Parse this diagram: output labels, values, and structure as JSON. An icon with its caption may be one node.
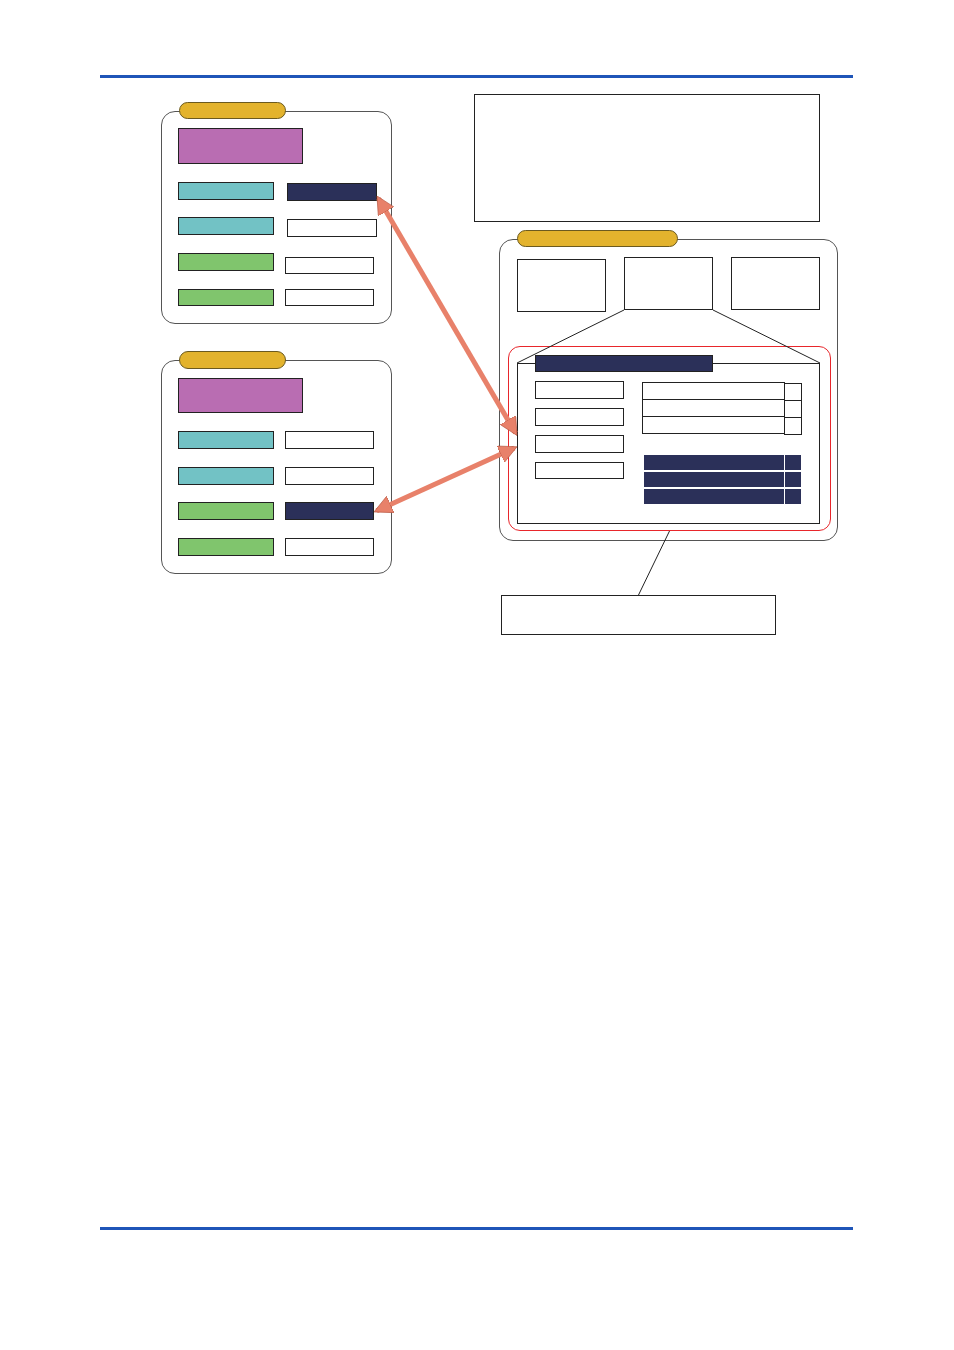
{
  "diagram": {
    "nodes": [
      {
        "text": [],
        "shape": "box"
      },
      {
        "text": [],
        "shape": "pill"
      },
      {
        "text": [],
        "shape": "box",
        "in": 0
      },
      {
        "text": [],
        "shape": "box",
        "in": 0
      },
      {
        "text": [],
        "shape": "box",
        "in": 0
      },
      {
        "text": [],
        "shape": "box",
        "in": 0
      },
      {
        "text": [],
        "shape": "box",
        "in": 0
      },
      {
        "text": [],
        "shape": "box",
        "in": 0
      },
      {
        "text": [],
        "shape": "box",
        "in": 0
      },
      {
        "text": [],
        "shape": "box",
        "in": 0
      },
      {
        "text": [],
        "shape": "box",
        "in": 0
      },
      {
        "text": [],
        "shape": "box"
      },
      {
        "text": [],
        "shape": "pill"
      },
      {
        "text": [],
        "shape": "box",
        "in": 11
      },
      {
        "text": [],
        "shape": "box",
        "in": 11
      },
      {
        "text": [],
        "shape": "box",
        "in": 11
      },
      {
        "text": [],
        "shape": "box",
        "in": 11
      },
      {
        "text": [],
        "shape": "box",
        "in": 11
      },
      {
        "text": [],
        "shape": "box",
        "in": 11
      },
      {
        "text": [],
        "shape": "box",
        "in": 11
      },
      {
        "text": [],
        "shape": "box",
        "in": 11
      },
      {
        "text": [],
        "shape": "box",
        "in": 11
      },
      {
        "text": [],
        "shape": "box"
      },
      {
        "text": [],
        "shape": "box"
      },
      {
        "text": [],
        "shape": "pill"
      },
      {
        "text": [],
        "shape": "box",
        "in": 23
      },
      {
        "text": [],
        "shape": "box",
        "in": 23
      },
      {
        "text": [],
        "shape": "box",
        "in": 23
      },
      {
        "text": [],
        "shape": "box",
        "in": 23
      },
      {
        "text": [],
        "shape": "box",
        "in": 28
      },
      {
        "text": [],
        "shape": "bar",
        "in": 28
      },
      {
        "text": [],
        "shape": "box",
        "in": 29
      },
      {
        "text": [],
        "shape": "box",
        "in": 29
      },
      {
        "text": [],
        "shape": "box",
        "in": 29
      },
      {
        "text": [],
        "shape": "box",
        "in": 29
      },
      {
        "text": [],
        "shape": "box",
        "in": 29
      },
      {
        "text": [],
        "shape": "box",
        "in": 29
      },
      {
        "text": [],
        "shape": "box",
        "in": 29
      },
      {
        "text": [],
        "shape": "box",
        "in": 29
      },
      {
        "text": [],
        "shape": "box",
        "in": 29
      },
      {
        "text": [],
        "shape": "box",
        "in": 29
      },
      {
        "text": [],
        "shape": "box",
        "in": 29
      },
      {
        "text": [],
        "shape": "box",
        "in": 29
      },
      {
        "text": [],
        "shape": "box",
        "in": 29
      },
      {
        "text": [],
        "shape": "box",
        "in": 29
      },
      {
        "text": [],
        "shape": "box",
        "in": 29
      },
      {
        "text": [],
        "shape": "box",
        "in": 29
      },
      {
        "text": [],
        "shape": "box"
      }
    ],
    "edges": [
      {
        "from": 4,
        "to": 29,
        "arrow": "both",
        "style": "thick",
        "color": "#e8816a"
      },
      {
        "from": 19,
        "to": 29,
        "arrow": "both",
        "style": "thick",
        "color": "#e8816a"
      },
      {
        "from": 26,
        "to": 29,
        "arrow": "none"
      },
      {
        "from": 26,
        "to": 29,
        "arrow": "none"
      },
      {
        "from": 47,
        "to": 28,
        "arrow": "none"
      }
    ]
  }
}
